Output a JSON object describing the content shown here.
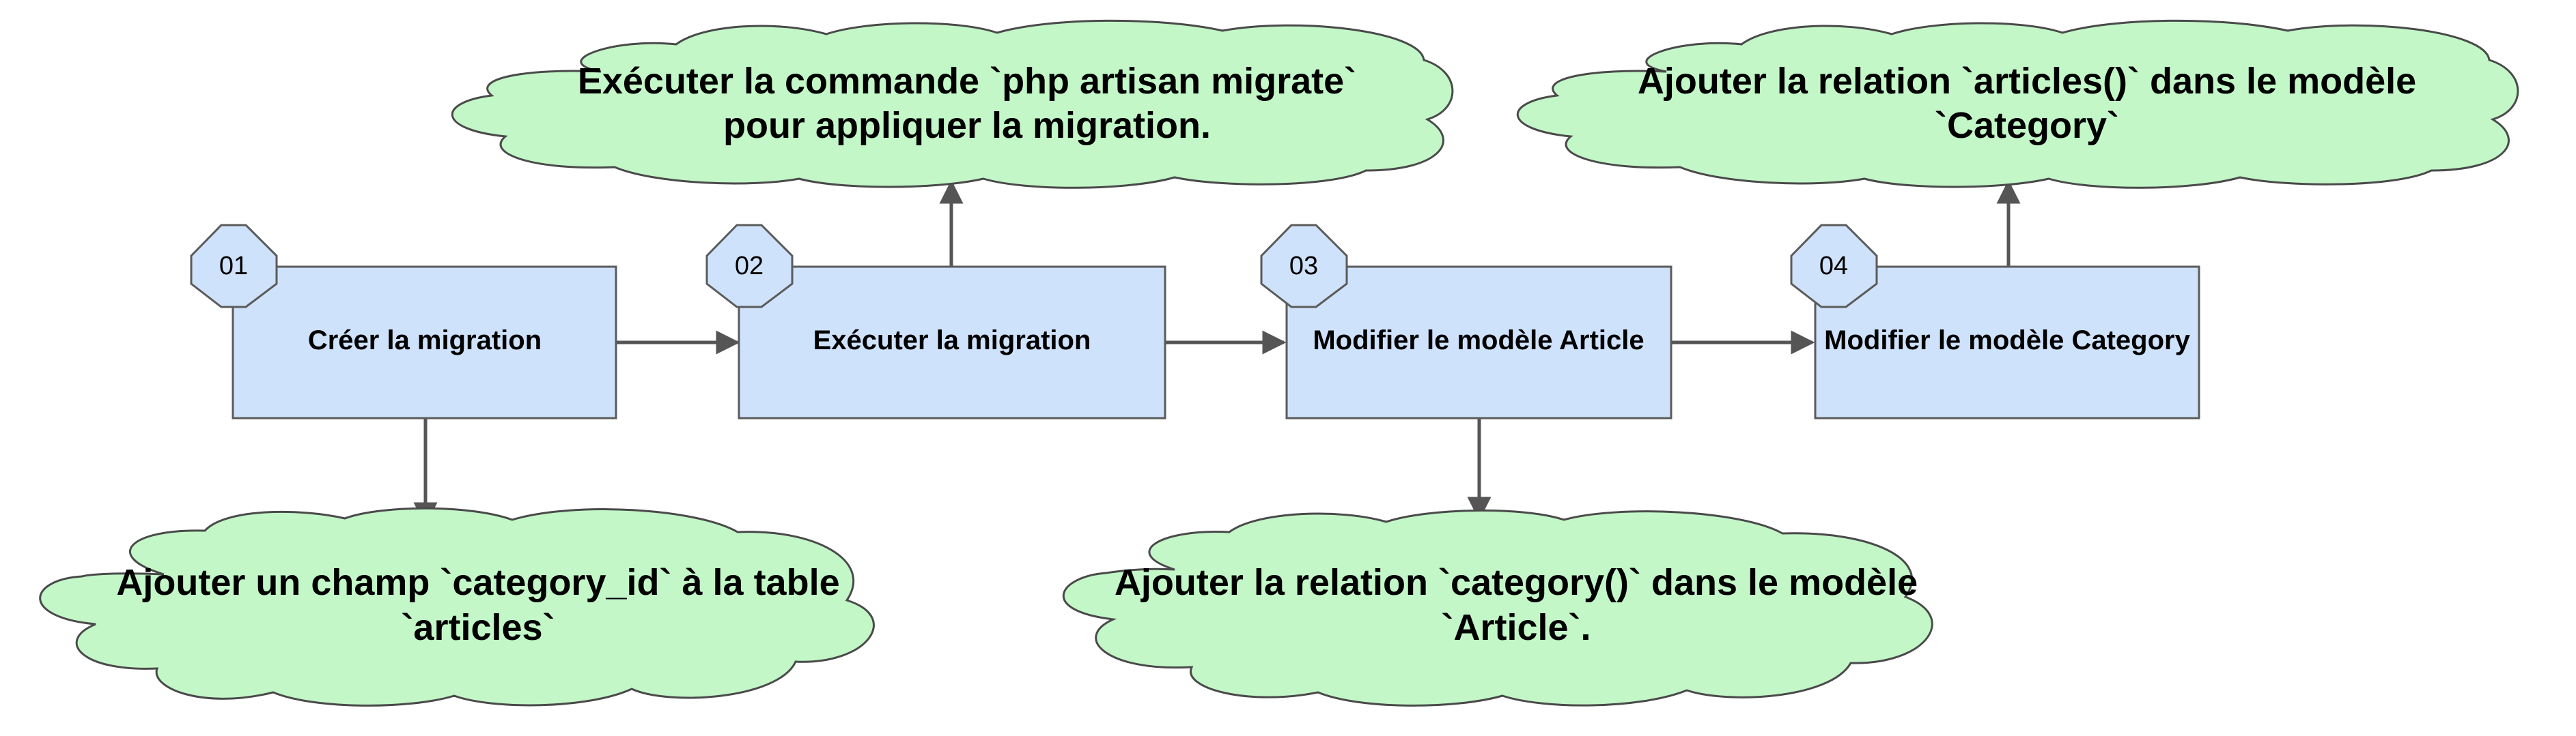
{
  "colors": {
    "step_fill": "#cfe2fb",
    "step_stroke": "#5b5b5b",
    "badge_fill": "#cfe2fb",
    "cloud_fill": "#c3f7c8",
    "cloud_stroke": "#4a4a4a",
    "connector": "#555555"
  },
  "steps": [
    {
      "number": "01",
      "label": "Créer la migration"
    },
    {
      "number": "02",
      "label": "Exécuter la migration"
    },
    {
      "number": "03",
      "label": "Modifier le modèle Article"
    },
    {
      "number": "04",
      "label": "Modifier le modèle Category"
    }
  ],
  "notes": [
    {
      "step": "01",
      "lines": [
        "Ajouter un champ `category_id` à la table",
        "`articles`"
      ]
    },
    {
      "step": "02",
      "lines": [
        "Exécuter la commande `php artisan migrate`",
        "pour appliquer la migration."
      ]
    },
    {
      "step": "03",
      "lines": [
        "Ajouter la relation `category()` dans le modèle",
        "`Article`."
      ]
    },
    {
      "step": "04",
      "lines": [
        "Ajouter la relation `articles()` dans le modèle",
        "`Category`"
      ]
    }
  ]
}
